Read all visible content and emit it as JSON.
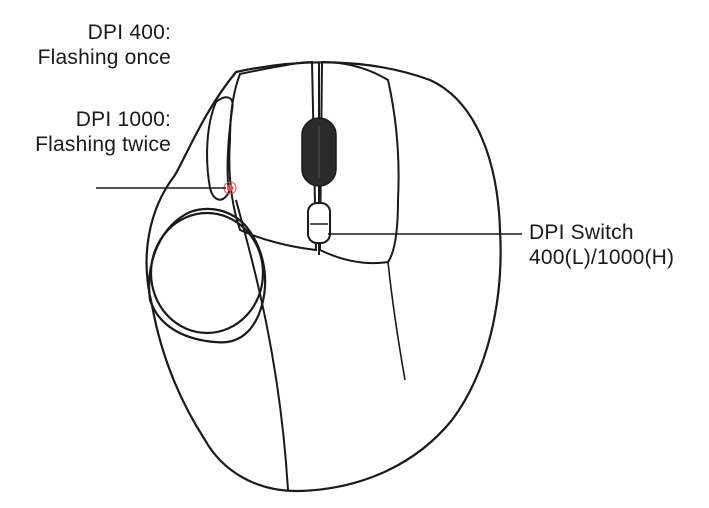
{
  "labels": {
    "dpi_400": {
      "line1": "DPI 400:",
      "line2": "Flashing once"
    },
    "dpi_1000": {
      "line1": "DPI 1000:",
      "line2": "Flashing twice"
    },
    "dpi_switch": {
      "line1": "DPI Switch",
      "line2": "400(L)/1000(H)"
    }
  },
  "colors": {
    "outline": "#1a1a1a",
    "led_indicator": "#e05050",
    "scroll_wheel": "#2b2b2b"
  },
  "icons": {
    "device": "trackball-mouse-icon",
    "indicator": "led-indicator-icon"
  }
}
